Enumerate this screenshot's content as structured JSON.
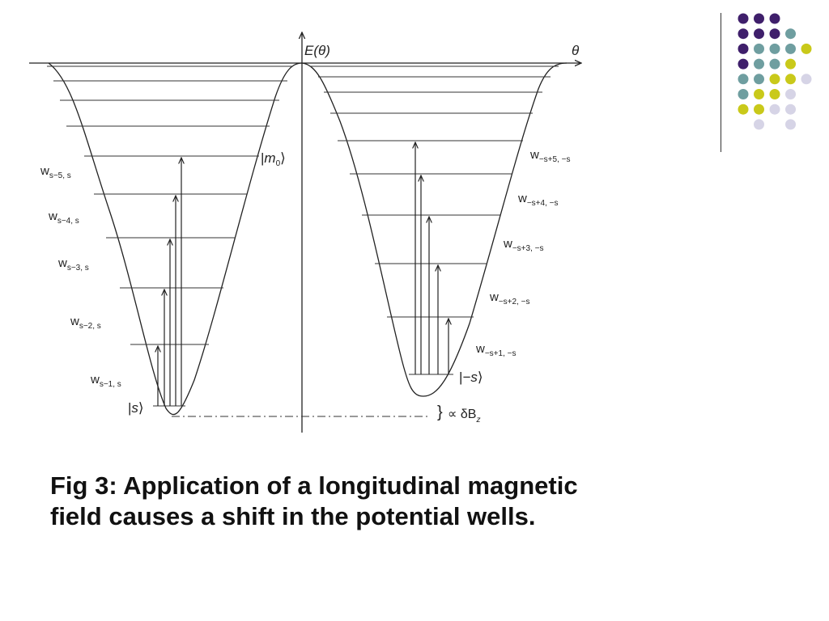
{
  "slide": {
    "caption": "Fig 3: Application of a longitudinal magnetic field causes a shift in the potential wells."
  },
  "diagram": {
    "axis_e_label": "E(θ)",
    "axis_theta_label": "θ",
    "left_well": {
      "top_state": "m",
      "top_state_sub": "0",
      "bottom_state": "s",
      "transitions": [
        {
          "base": "w",
          "sub": "s−5, s"
        },
        {
          "base": "w",
          "sub": "s−4, s"
        },
        {
          "base": "w",
          "sub": "s−3, s"
        },
        {
          "base": "w",
          "sub": "s−2, s"
        },
        {
          "base": "w",
          "sub": "s−1, s"
        }
      ]
    },
    "right_well": {
      "bottom_state": "−s",
      "transitions": [
        {
          "base": "w",
          "sub": "−s+5, −s"
        },
        {
          "base": "w",
          "sub": "−s+4, −s"
        },
        {
          "base": "w",
          "sub": "−s+3, −s"
        },
        {
          "base": "w",
          "sub": "−s+2, −s"
        },
        {
          "base": "w",
          "sub": "−s+1, −s"
        }
      ]
    },
    "shift_label": "∝ δB",
    "shift_sub": "z"
  },
  "decoration": {
    "dot_colors": {
      "purple": "#3f1f6b",
      "teal": "#6f9ea0",
      "yellow": "#c9c91a",
      "lavender": "#d6d4e6"
    }
  }
}
